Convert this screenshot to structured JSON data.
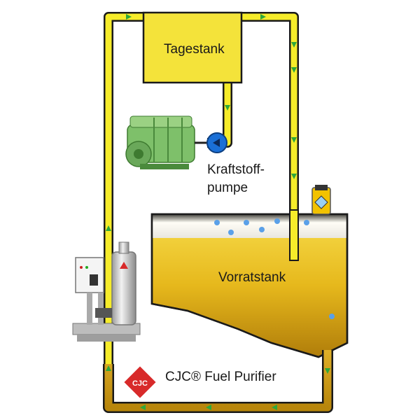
{
  "labels": {
    "day_tank": "Tagestank",
    "fuel_pump_line1": "Kraftstoff-",
    "fuel_pump_line2": "pumpe",
    "storage_tank": "Vorratstank",
    "purifier": "CJC® Fuel Purifier",
    "logo": "CJC"
  },
  "colors": {
    "pipe_fill": "#f6ec2a",
    "pipe_outline": "#1a1a1a",
    "day_tank_fill": "#f4e33a",
    "fuel_top": "#f0d040",
    "fuel_bottom": "#b8860b",
    "arrow": "#2ea83a",
    "pump": "#1a6fd6",
    "logo_red": "#d82a2a",
    "engine": "#7ec06a"
  },
  "icons": [
    "flow-arrow-icon",
    "pump-icon",
    "engine-illustration",
    "purifier-unit-illustration",
    "level-sensor-icon",
    "cjc-logo"
  ]
}
